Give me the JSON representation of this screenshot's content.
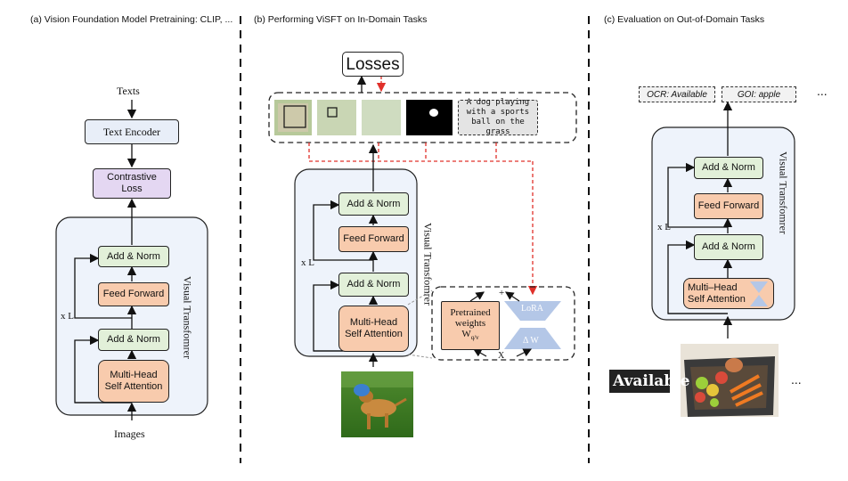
{
  "panels": {
    "a": {
      "title": "(a) Vision Foundation Model Pretraining: CLIP, ...",
      "texts_label": "Texts",
      "text_encoder": "Text Encoder",
      "contrastive_loss_line1": "Contrastive",
      "contrastive_loss_line2": "Loss",
      "add_norm_top": "Add & Norm",
      "feed_forward": "Feed Forward",
      "add_norm_bottom": "Add & Norm",
      "mhsa_line1": "Multi-Head",
      "mhsa_line2": "Self Attention",
      "repeat_label": "x L",
      "vertical_label": "Visual Transfomrer",
      "images_label": "Images"
    },
    "b": {
      "title": "(b) Performing ViSFT on In-Domain Tasks",
      "losses_label": "Losses",
      "caption_line1": "A dog playing",
      "caption_line2": "with a sports",
      "caption_line3": "ball on the grass",
      "add_norm_top": "Add & Norm",
      "feed_forward": "Feed Forward",
      "add_norm_bottom": "Add & Norm",
      "mhsa_line1": "Multi-Head",
      "mhsa_line2": "Self Attention",
      "repeat_label": "x L",
      "vertical_label": "Visual Transfomrer",
      "pretrained_line1": "Pretrained",
      "pretrained_line2": "weights",
      "pretrained_w": "W",
      "pretrained_sub": "q/v",
      "lora_label": "LoRA",
      "delta_w_label": "Δ W",
      "plus_sign": "+",
      "x_label": "X"
    },
    "c": {
      "title": "(c) Evaluation on Out-of-Domain Tasks",
      "ocr_label": "OCR: Available",
      "goi_label": "GOI: apple",
      "ellipsis_top": "...",
      "add_norm_top": "Add & Norm",
      "feed_forward": "Feed Forward",
      "add_norm_bottom": "Add & Norm",
      "mhsa_line1": "Multi–Head",
      "mhsa_line2": "Self Attention",
      "repeat_label": "x L",
      "vertical_label": "Visual Transfomrer",
      "word_image_text": "Available",
      "ellipsis_bottom": "..."
    }
  },
  "colors": {
    "add_norm_fill": "#e2f0d9",
    "feed_forward_fill": "#f8cbad",
    "transformer_bg": "#eef3fb",
    "text_encoder_fill": "#e8eef8",
    "contrastive_fill": "#e4d7f2",
    "lora_fill": "#b4c7e7",
    "dashed_red": "#e0302a"
  }
}
